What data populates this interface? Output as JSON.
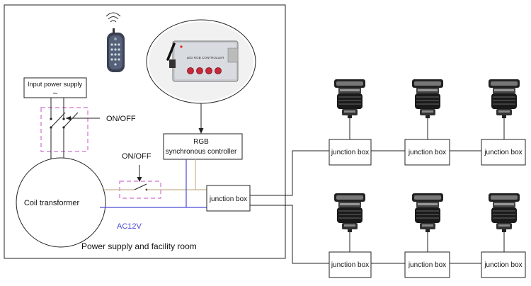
{
  "room": {
    "label": "Power supply and facility room"
  },
  "input_power": {
    "label": "Input power supply",
    "symbol": "~"
  },
  "switches": {
    "main_label": "ON/OFF",
    "secondary_label": "ON/OFF"
  },
  "transformer": {
    "label": "Coil transformer",
    "voltage": "AC12V"
  },
  "controller_box": {
    "line1": "RGB",
    "line2": "synchronous controller"
  },
  "controller_device": {
    "name": "LED RGB CONTROLLER"
  },
  "junction_main": {
    "label": "junction box"
  },
  "junction_boxes": {
    "top": [
      "junction box",
      "junction box",
      "junction box"
    ],
    "bottom": [
      "junction box",
      "junction box",
      "junction box"
    ]
  },
  "colors": {
    "switch_dash": "#d070d0",
    "wire_blue": "#4a4ad8",
    "wire_tan": "#c8b48c",
    "wire_black": "#222222"
  },
  "icons": [
    "remote-control-icon",
    "rgb-controller-icon",
    "underwater-light-icon"
  ]
}
